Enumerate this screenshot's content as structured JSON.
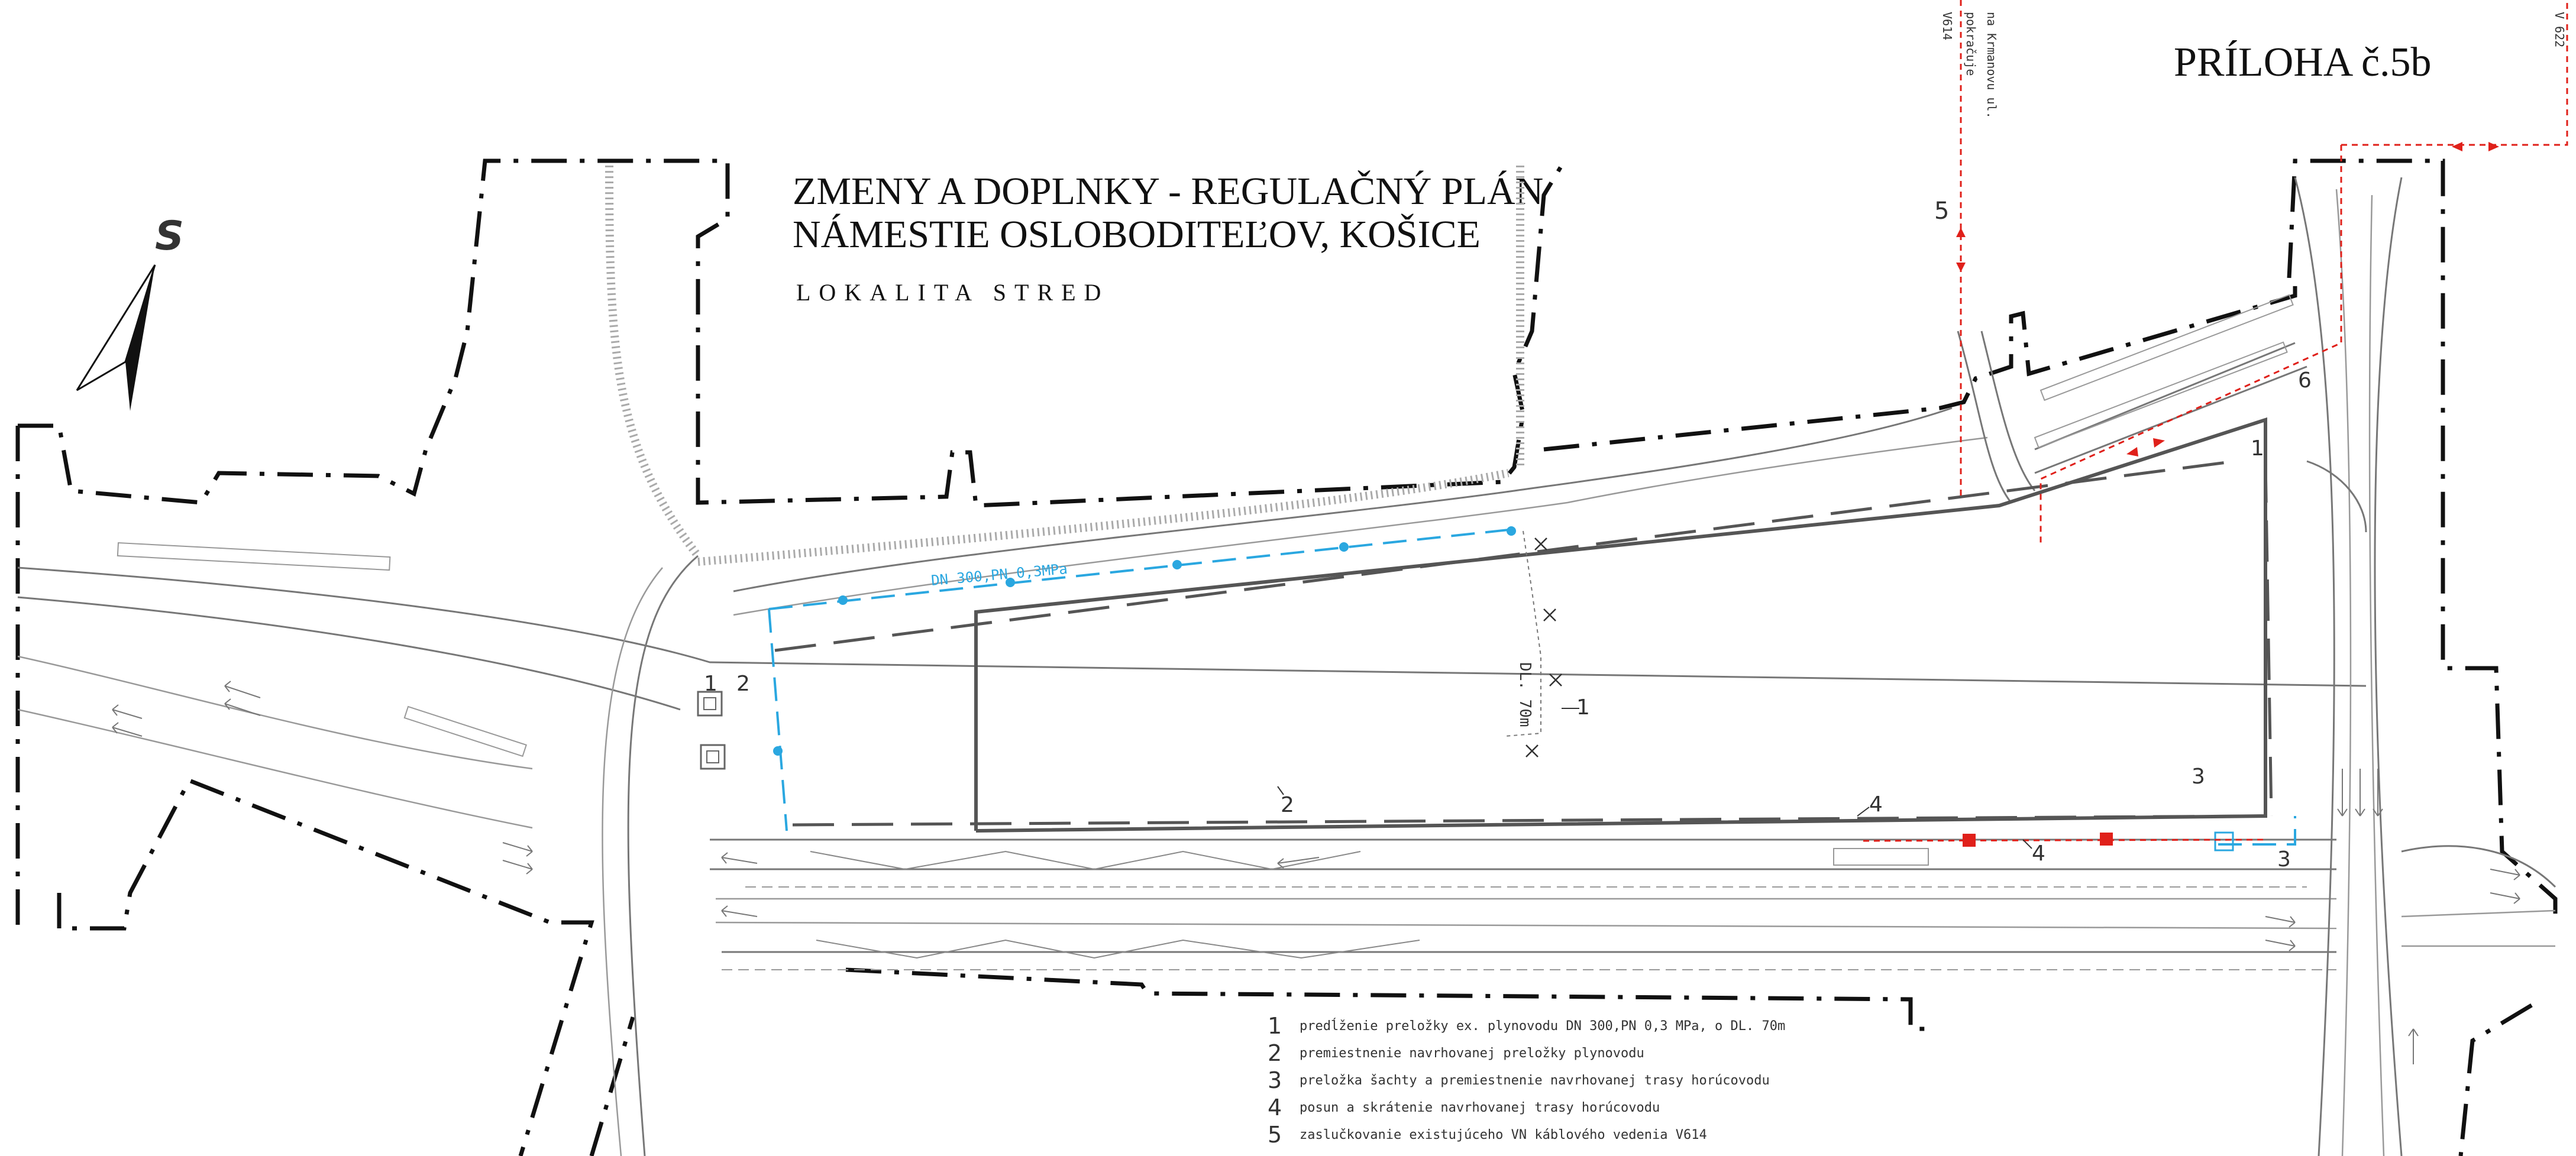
{
  "title": {
    "line1": "ZMENY A DOPLNKY - REGULAČNÝ PLÁN",
    "line2": "NÁMESTIE OSLOBODITEĽOV, KOŠICE",
    "subtitle": "LOKALITA STRED"
  },
  "annex": "PRÍLOHA č.5b",
  "north_symbol": "S",
  "labels": {
    "gas_pipe": "DN 300,PN 0,3MPa",
    "length": "DL. 70m",
    "v614_a": "V614",
    "v614_b": "pokračuje",
    "v614_c": "na Krmanovu ul.",
    "v622": "V 622"
  },
  "markers": {
    "m1a": "1",
    "m1b": "1",
    "m1c": "1",
    "m2a": "2",
    "m2b": "2",
    "m3a": "3",
    "m3b": "3",
    "m4a": "4",
    "m4b": "4",
    "m5": "5",
    "m6": "6"
  },
  "legend": [
    {
      "num": "1",
      "text": "predĺženie preložky ex. plynovodu DN 300,PN 0,3 MPa, o DL. 70m"
    },
    {
      "num": "2",
      "text": "premiestnenie navrhovanej preložky plynovodu"
    },
    {
      "num": "3",
      "text": "preložka šachty a premiestnenie navrhovanej trasy horúcovodu"
    },
    {
      "num": "4",
      "text": "posun a skrátenie navrhovanej trasy horúcovodu"
    },
    {
      "num": "5",
      "text": "zaslučkovanie existujúceho VN káblového vedenia V614"
    }
  ],
  "colors": {
    "gas": "#2aa7e0",
    "electric": "#e0201a",
    "boundary": "#111111",
    "site": "#555555"
  }
}
